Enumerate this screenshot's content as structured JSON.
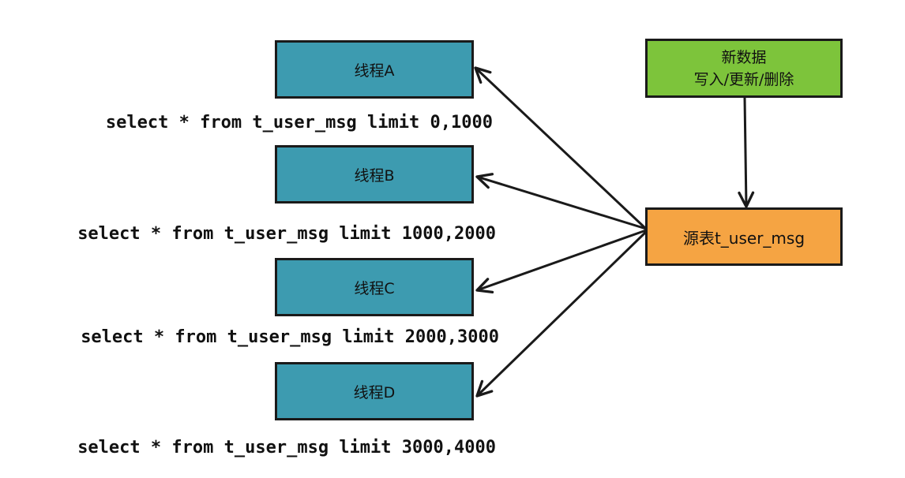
{
  "colors": {
    "thread_fill": "#3d9bb0",
    "source_fill": "#f5a443",
    "new_data_fill": "#7dc43b",
    "stroke": "#1a1a1a"
  },
  "threads": [
    {
      "label": "线程A",
      "sql": "select * from t_user_msg limit 0,1000"
    },
    {
      "label": "线程B",
      "sql": "select * from t_user_msg limit 1000,2000"
    },
    {
      "label": "线程C",
      "sql": "select * from t_user_msg limit 2000,3000"
    },
    {
      "label": "线程D",
      "sql": "select * from t_user_msg limit 3000,4000"
    }
  ],
  "new_data": {
    "line1": "新数据",
    "line2": "写入/更新/删除"
  },
  "source_table": {
    "label": "源表t_user_msg"
  }
}
